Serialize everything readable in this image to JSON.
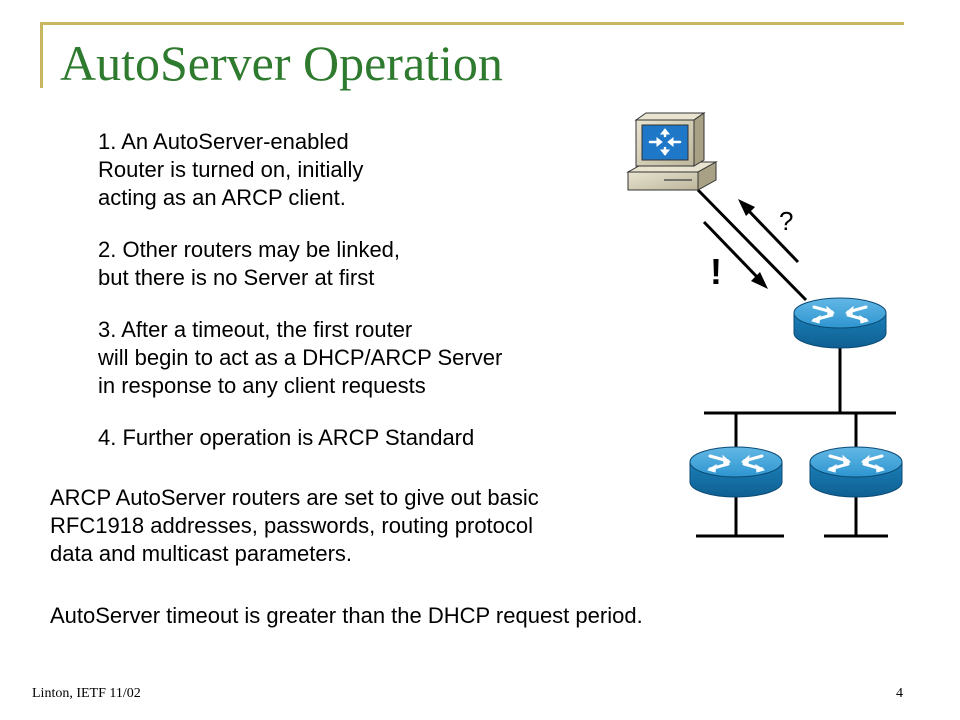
{
  "slide": {
    "title": "AutoServer Operation",
    "steps": [
      [
        "1.  An AutoServer-enabled",
        "Router is turned on, initially",
        "acting as an ARCP client."
      ],
      [
        "2. Other routers may be linked,",
        "but there is no Server at first"
      ],
      [
        "3. After a timeout, the first router",
        "will begin to act as a DHCP/ARCP Server",
        "in response to any client requests"
      ],
      [
        "4. Further operation is ARCP Standard"
      ]
    ],
    "note_lines": [
      "ARCP AutoServer routers are set to give out basic",
      "RFC1918 addresses, passwords, routing protocol",
      "data and multicast parameters."
    ],
    "timeout_note": "AutoServer timeout is greater than the DHCP request period.",
    "footer_left": "Linton, IETF 11/02",
    "page_number": "4"
  },
  "diagram": {
    "question_mark": "?",
    "exclamation": "!",
    "nodes": [
      {
        "name": "workstation-icon"
      },
      {
        "name": "router-icon"
      },
      {
        "name": "router-icon"
      },
      {
        "name": "router-icon"
      }
    ]
  },
  "colors": {
    "title_green": "#2E7A2E",
    "frame_gold": "#C8B660",
    "router_blue": "#1A7FB8",
    "screen_blue": "#1F77C7"
  }
}
